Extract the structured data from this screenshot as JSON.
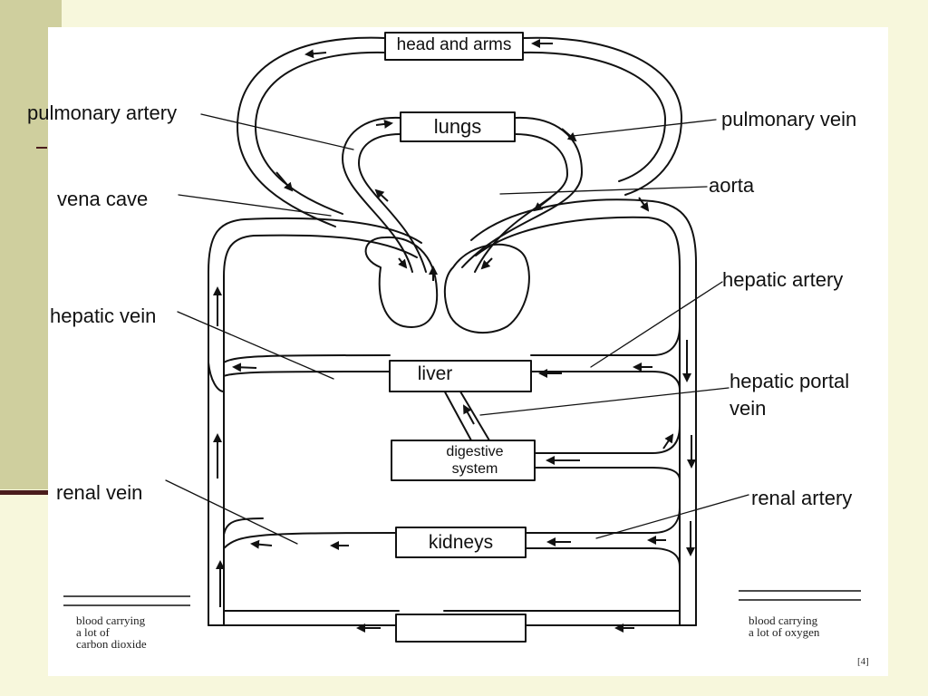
{
  "organs": {
    "head_arms": "head and arms",
    "lungs": "lungs",
    "liver": "liver",
    "digestive": "digestive system",
    "kidneys": "kidneys"
  },
  "labels": {
    "pulmonary_artery": "pulmonary artery",
    "pulmonary_vein": "pulmonary vein",
    "vena_cava": "vena cave",
    "aorta": "aorta",
    "hepatic_artery": "hepatic artery",
    "hepatic_vein": "hepatic vein",
    "hepatic_portal_vein": "hepatic portal vein",
    "renal_vein": "renal vein",
    "renal_artery": "renal artery"
  },
  "legend": {
    "left": "blood carrying\na lot of\ncarbon dioxide",
    "right": "blood carrying\na lot of oxygen"
  },
  "page_number": "[4]"
}
